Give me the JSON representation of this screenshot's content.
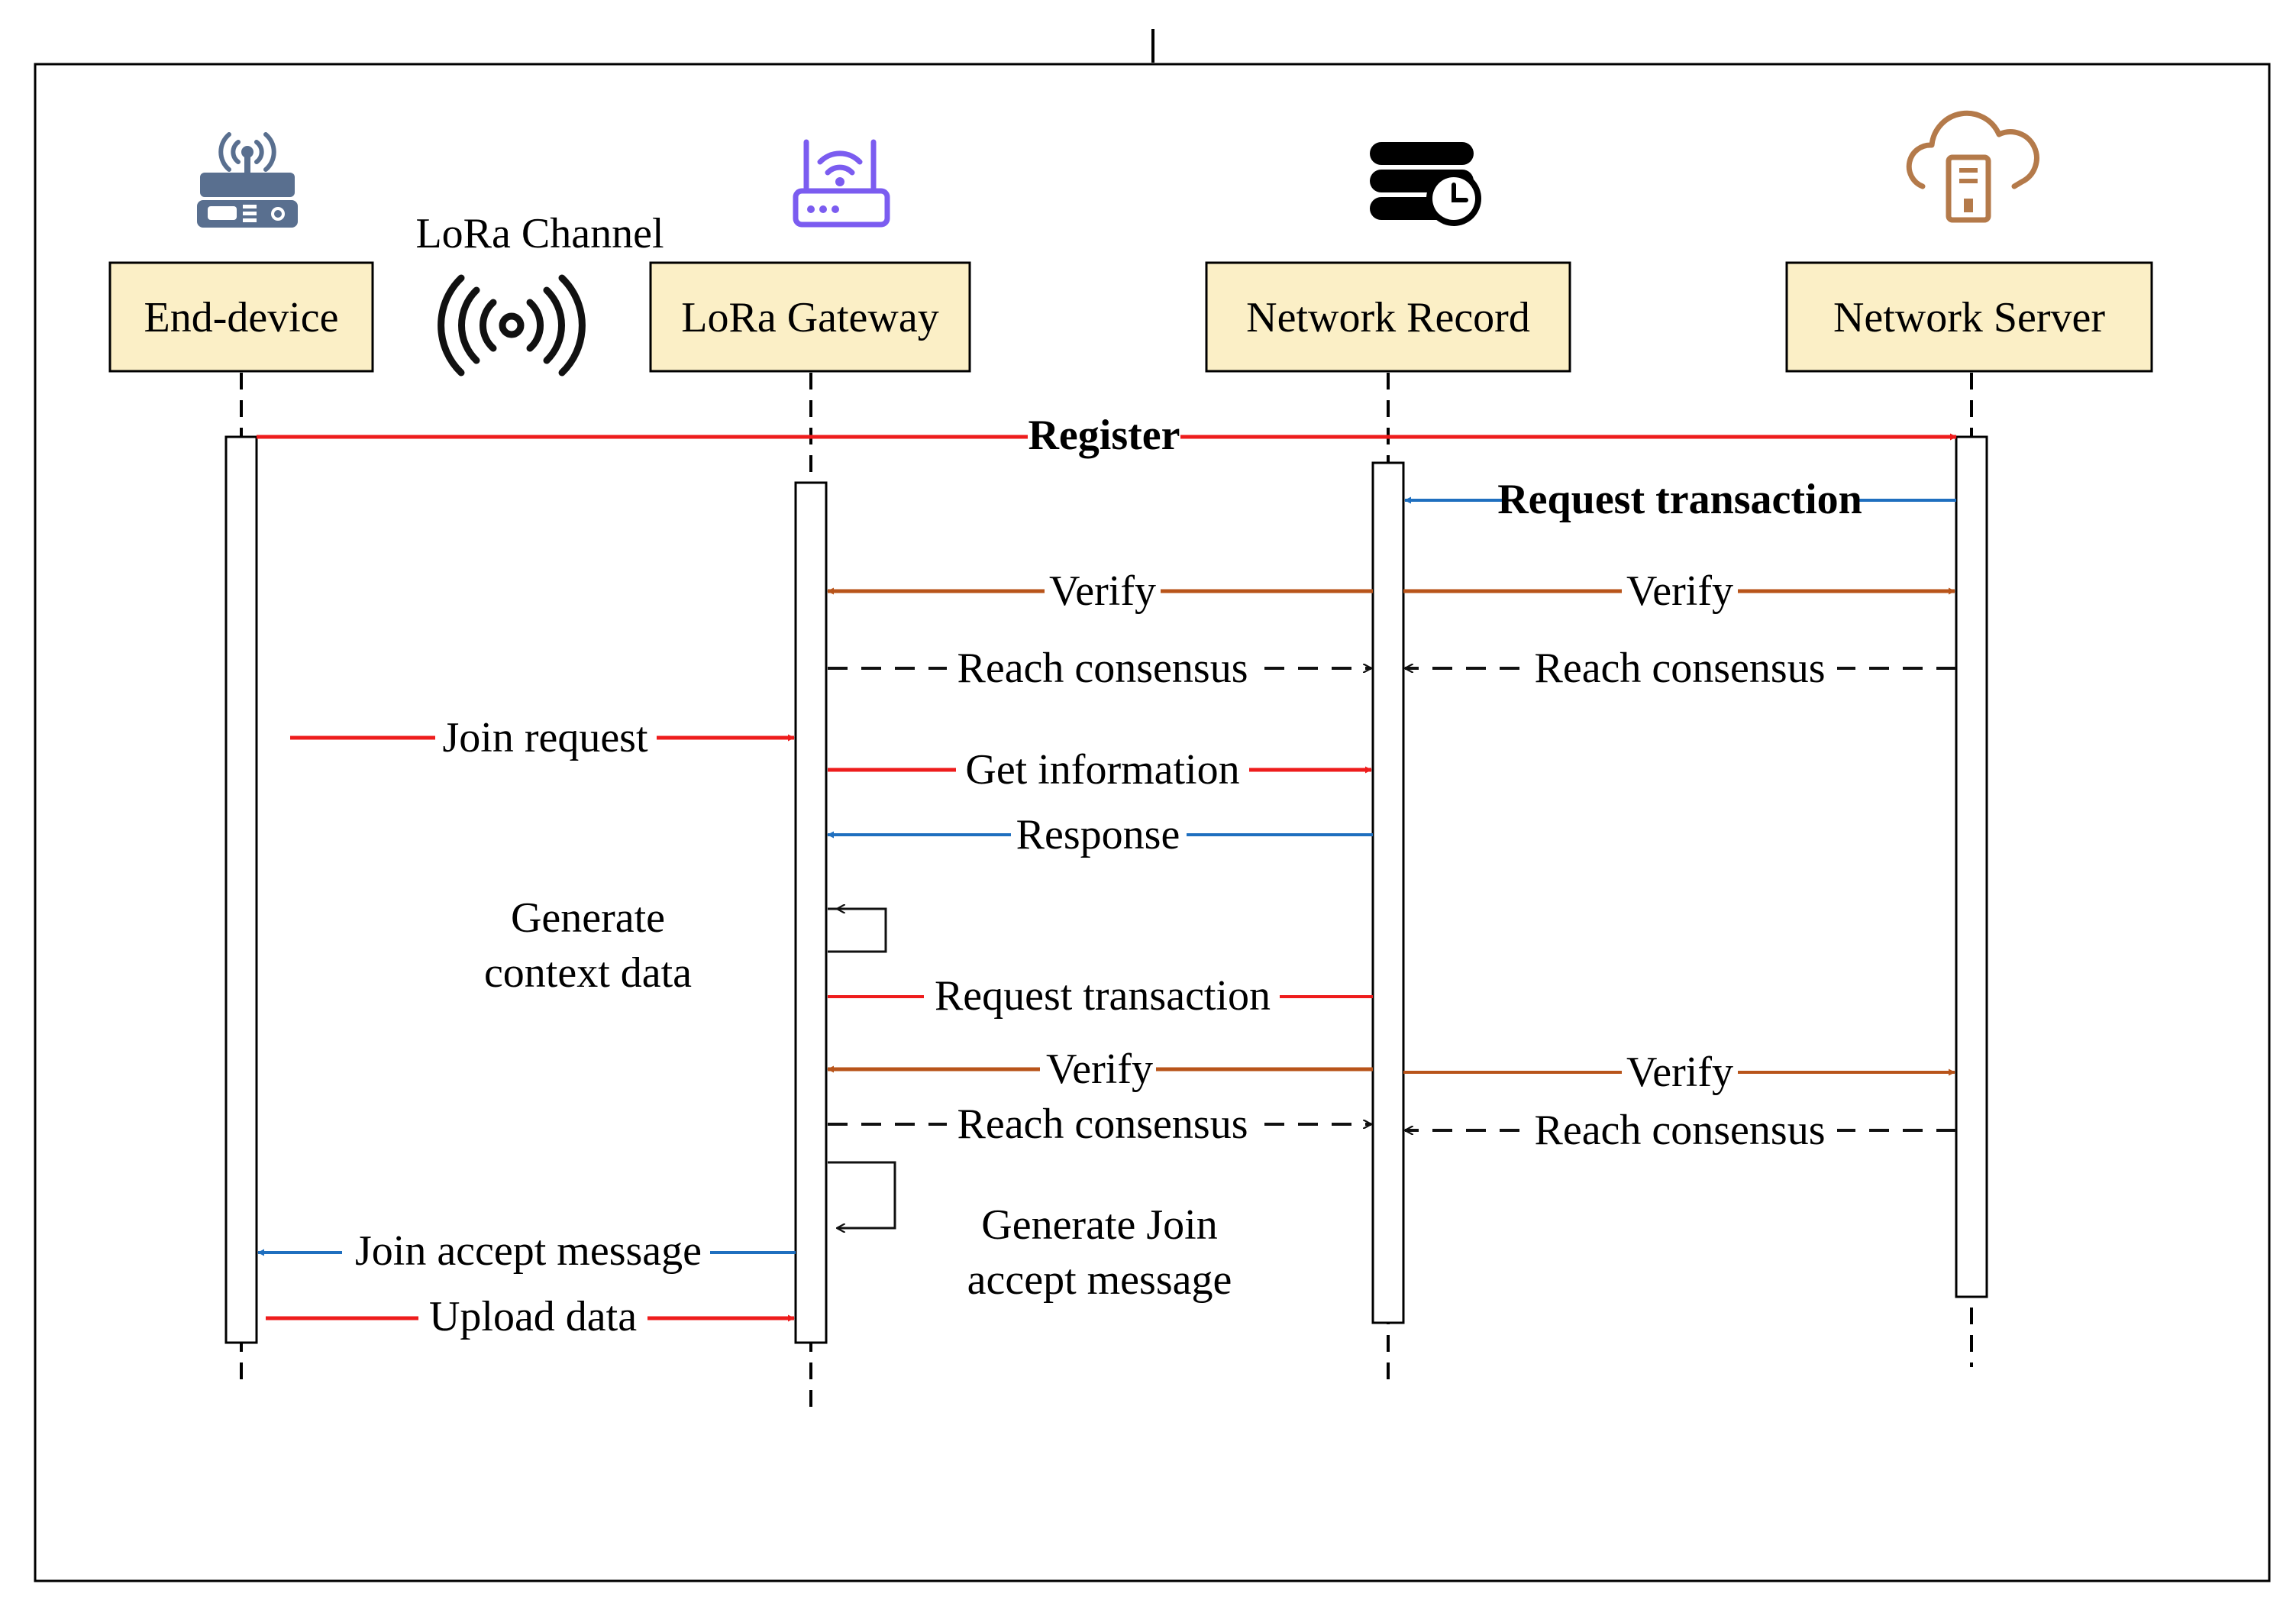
{
  "participants": [
    {
      "id": "end",
      "label": "End-device",
      "icon": "router-icon",
      "icon_color": "#596f8f"
    },
    {
      "id": "gw",
      "label": "LoRa Gateway",
      "icon": "wifi-router-icon",
      "icon_color": "#7b5cf0"
    },
    {
      "id": "rec",
      "label": "Network Record",
      "icon": "database-clock-icon",
      "icon_color": "#000000"
    },
    {
      "id": "srv",
      "label": "Network Server",
      "icon": "cloud-server-icon",
      "icon_color": "#b47a4a"
    }
  ],
  "channel": {
    "label": "LoRa Channel",
    "icon": "radio-signal-icon"
  },
  "colors": {
    "red": "#ee1c1c",
    "blue": "#1f6fbf",
    "brown": "#b8541a",
    "black": "#111111",
    "box_fill": "#fbefc6"
  },
  "messages": [
    {
      "id": "register",
      "label": "Register",
      "from": "end",
      "to": "srv",
      "color": "red",
      "style": "solid"
    },
    {
      "id": "req-tx-1",
      "label": "Request transaction",
      "from": "srv",
      "to": "rec",
      "color": "blue",
      "style": "solid"
    },
    {
      "id": "verify-1a",
      "label": "Verify",
      "from": "rec",
      "to": "gw",
      "color": "brown",
      "style": "solid"
    },
    {
      "id": "verify-1b",
      "label": "Verify",
      "from": "rec",
      "to": "srv",
      "color": "brown",
      "style": "solid"
    },
    {
      "id": "consensus-1a",
      "label": "Reach consensus",
      "from": "gw",
      "to": "rec",
      "color": "black",
      "style": "dashed"
    },
    {
      "id": "consensus-1b",
      "label": "Reach consensus",
      "from": "srv",
      "to": "rec",
      "color": "black",
      "style": "dashed"
    },
    {
      "id": "join-req",
      "label": "Join request",
      "from": "channel",
      "to": "gw",
      "color": "red",
      "style": "solid"
    },
    {
      "id": "get-info",
      "label": "Get information",
      "from": "gw",
      "to": "rec",
      "color": "red",
      "style": "solid"
    },
    {
      "id": "response",
      "label": "Response",
      "from": "rec",
      "to": "gw",
      "color": "blue",
      "style": "solid"
    },
    {
      "id": "req-tx-2",
      "label": "Request transaction",
      "from": "gw",
      "to": "rec",
      "color": "red",
      "style": "solid-no-head"
    },
    {
      "id": "verify-2a",
      "label": "Verify",
      "from": "rec",
      "to": "gw",
      "color": "brown",
      "style": "solid"
    },
    {
      "id": "verify-2b",
      "label": "Verify",
      "from": "rec",
      "to": "srv",
      "color": "brown",
      "style": "solid"
    },
    {
      "id": "consensus-2a",
      "label": "Reach consensus",
      "from": "gw",
      "to": "rec",
      "color": "black",
      "style": "dashed"
    },
    {
      "id": "consensus-2b",
      "label": "Reach consensus",
      "from": "srv",
      "to": "rec",
      "color": "black",
      "style": "dashed"
    },
    {
      "id": "join-accept",
      "label": "Join accept message",
      "from": "gw",
      "to": "end",
      "color": "blue",
      "style": "solid"
    },
    {
      "id": "upload",
      "label": "Upload data",
      "from": "end",
      "to": "gw",
      "color": "red",
      "style": "solid"
    }
  ],
  "notes": [
    {
      "id": "gen-context",
      "lines": [
        "Generate",
        "context data"
      ]
    },
    {
      "id": "gen-join",
      "lines": [
        "Generate Join",
        "accept message"
      ]
    }
  ]
}
